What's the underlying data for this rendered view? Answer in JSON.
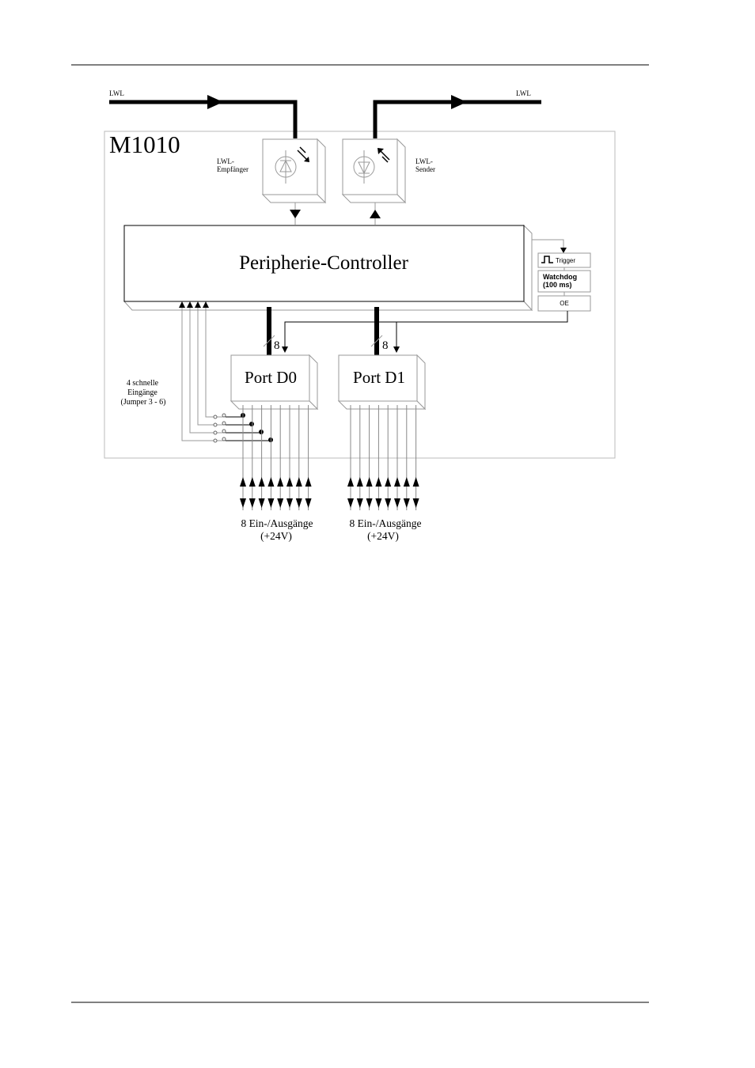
{
  "device": {
    "name": "M1010"
  },
  "fiber": {
    "in_label": "LWL",
    "out_label": "LWL"
  },
  "receiver": {
    "label_line1": "LWL-",
    "label_line2": "Empfänger"
  },
  "sender": {
    "label_line1": "LWL-",
    "label_line2": "Sender"
  },
  "controller": {
    "label": "Peripherie-Controller"
  },
  "side_blocks": {
    "trigger": "Trigger",
    "watchdog_line1": "Watchdog",
    "watchdog_line2": "(100  ms)",
    "oe": "OE"
  },
  "bus": {
    "width_d0": "8",
    "width_d1": "8"
  },
  "ports": [
    {
      "label": "Port  D0"
    },
    {
      "label": "Port  D1"
    }
  ],
  "fast_inputs": {
    "line1": "4  schnelle",
    "line2": "Eingänge",
    "line3": "(Jumper  3  -  6)"
  },
  "io": {
    "d0_line1": "8  Ein-/Ausgänge",
    "d0_line2": "(+24V)",
    "d1_line1": "8  Ein-/Ausgänge",
    "d1_line2": "(+24V)",
    "channels_per_port": 8
  }
}
